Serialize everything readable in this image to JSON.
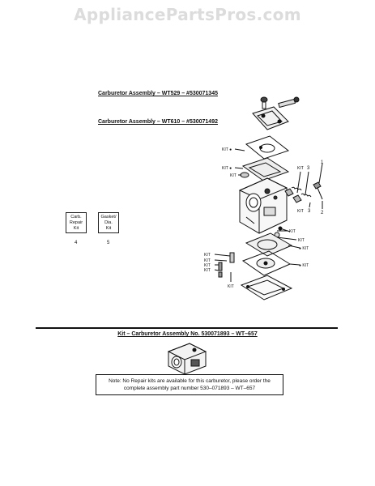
{
  "watermark": "AppliancePartsPros.com",
  "headings": {
    "assembly_wt529": "Carburetor Assembly – WT529 – #530071345",
    "assembly_wt610": "Carburetor Assembly – WT610 – #530071492"
  },
  "kit_boxes": [
    {
      "label_lines": [
        "Carb.",
        "Repair",
        "Kit"
      ],
      "number": "4"
    },
    {
      "label_lines": [
        "Gasket/",
        "Dia.",
        "Kit"
      ],
      "number": "5"
    }
  ],
  "callouts": {
    "kit": "KIT",
    "kit_dot": "KIT ●",
    "dot_kit": "● KIT",
    "ref_1": "1",
    "ref_2": "2",
    "ref_3": "3"
  },
  "kit_section": {
    "heading": "Kit – Carburetor Assembly No. 530071893 – WT–657",
    "note": "Note: No Repair kits are available for this carburetor, please order the complete assembly part number 530–071893 – WT–657"
  }
}
